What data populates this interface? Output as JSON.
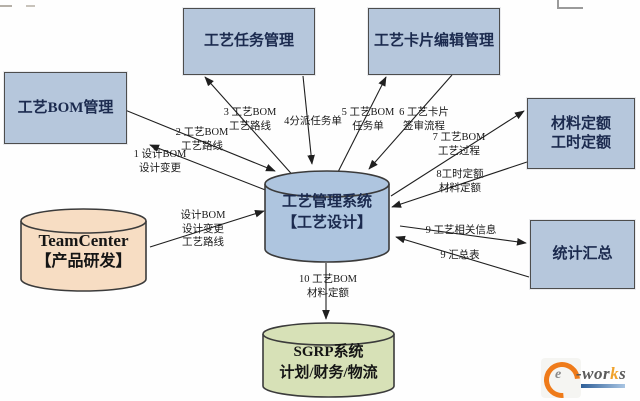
{
  "diagram": {
    "boxes": {
      "task_mgmt": {
        "label": "工艺任务管理"
      },
      "card_edit_mgmt": {
        "label": "工艺卡片编辑管理"
      },
      "bom_mgmt": {
        "label": "工艺BOM管理"
      },
      "quota": {
        "lines": [
          "材料定额",
          "工时定额"
        ]
      },
      "stats": {
        "label": "统计汇总"
      }
    },
    "cylinders": {
      "process_system": {
        "lines": [
          "工艺管理系统",
          "【工艺设计】"
        ]
      },
      "teamcenter": {
        "lines": [
          "TeamCenter",
          "【产品研发】"
        ]
      },
      "sgrp": {
        "lines": [
          "SGRP系统",
          "计划/财务/物流"
        ]
      }
    },
    "edge_labels": {
      "e1": {
        "lines": [
          "1 设计BOM",
          "设计变更"
        ]
      },
      "e2": {
        "lines": [
          "2 工艺BOM",
          "工艺路线"
        ]
      },
      "e3": {
        "lines": [
          "3 工艺BOM",
          "工艺路线"
        ]
      },
      "e4": {
        "lines": [
          "4分派任务单"
        ]
      },
      "e5": {
        "lines": [
          "5 工艺BOM",
          "任务单"
        ]
      },
      "e6": {
        "lines": [
          "6 工艺卡片",
          "签审流程"
        ]
      },
      "e7": {
        "lines": [
          "7 工艺BOM",
          "工艺过程"
        ]
      },
      "e8": {
        "lines": [
          "8工时定额",
          "材料定额"
        ]
      },
      "e9a": {
        "lines": [
          "9 工艺相关信息"
        ]
      },
      "e9b": {
        "lines": [
          "9 汇总表"
        ]
      },
      "e10": {
        "lines": [
          "10 工艺BOM",
          "材料定额"
        ]
      },
      "etc": {
        "lines": [
          "设计BOM",
          "设计变更",
          "工艺路线"
        ]
      }
    },
    "colors": {
      "box_fill": "#b6c7dc",
      "box_border": "#4d4d4d",
      "center_cylinder_fill": "#aec5df",
      "teamcenter_cylinder_fill": "#f7ddc3",
      "sgrp_cylinder_fill": "#d7e1b7",
      "node_text": "#1b2a4e",
      "arrow": "#1f1f1f",
      "logo_orange": "#ef7b1a",
      "logo_blue": "#2e5f98"
    }
  },
  "logo": {
    "e": "e",
    "part1": "-wor",
    "k": "k",
    "s": "s"
  }
}
